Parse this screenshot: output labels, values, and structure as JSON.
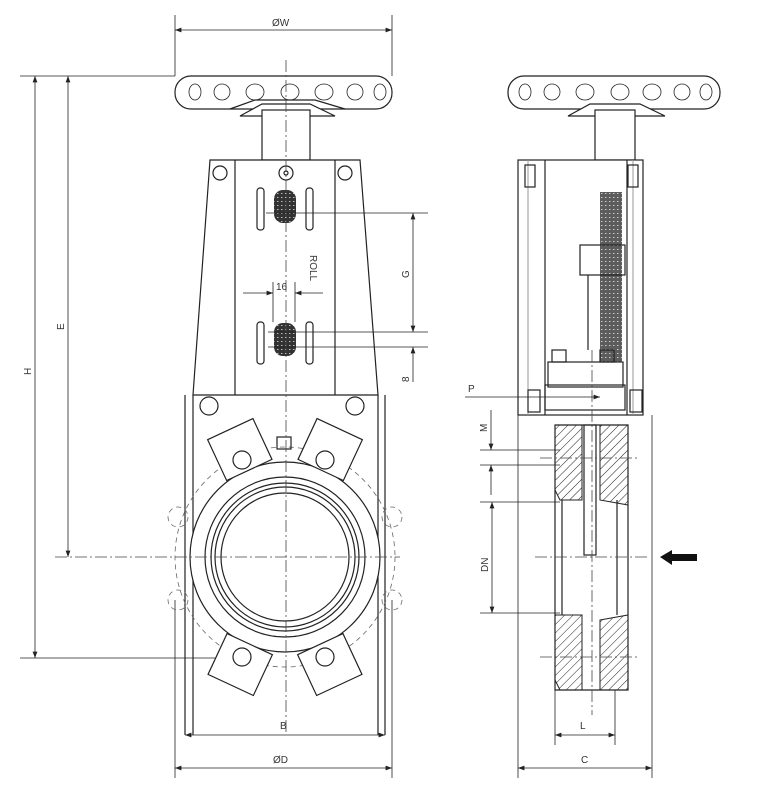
{
  "title": "Knife gate valve dimensional drawing",
  "front_view": {
    "dims": {
      "handwheel_diameter": "ØW",
      "height": "H",
      "center_height": "E",
      "gap": "G",
      "slot_width": "16",
      "offset": "8",
      "width_b": "B",
      "flange_diameter": "ØD"
    },
    "stamp": "ROLL"
  },
  "side_view": {
    "dims": {
      "p": "P",
      "m": "M",
      "nominal_diameter": "DN",
      "length_l": "L",
      "face_to_face": "C"
    },
    "flow_direction": "left"
  }
}
